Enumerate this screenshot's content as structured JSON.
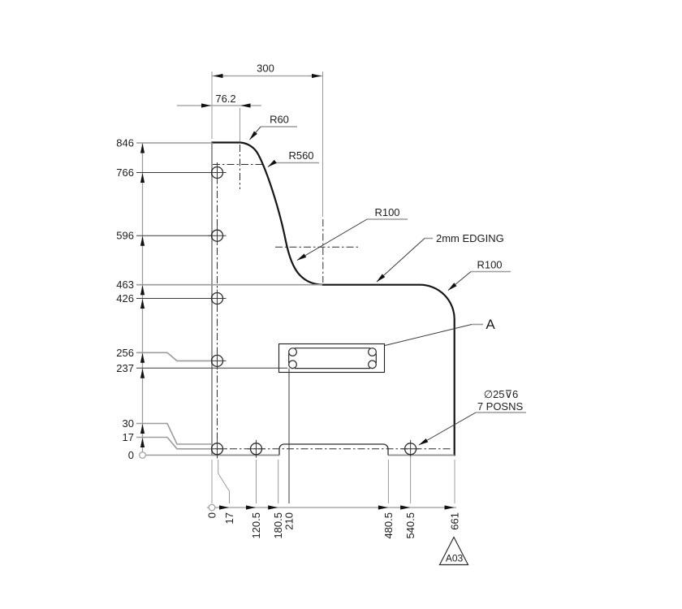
{
  "drawing": {
    "type": "2D dimensioned part profile (ordinate dimensioning)",
    "colors": {
      "background": "#ffffff",
      "outline": "#161616",
      "dimension_lines": "#9b9b9b",
      "text": "#1c1c1c"
    },
    "top_dims": {
      "width_300": "300",
      "offset_76_2": "76.2"
    },
    "radius_callouts": {
      "r60": "R60",
      "r560": "R560",
      "r100_left": "R100",
      "r100_right": "R100"
    },
    "edging_note": "2mm EDGING",
    "detail_label": "A",
    "hole_note": {
      "line1": "∅25⊽6",
      "line2": "7 POSNS"
    },
    "revision_flag": "A03",
    "left_ordinates": [
      "846",
      "766",
      "596",
      "463",
      "426",
      "256",
      "237",
      "30",
      "17",
      "0"
    ],
    "bottom_ordinates": [
      "0",
      "17",
      "120.5",
      "180.5",
      "210",
      "480.5",
      "540.5",
      "661"
    ]
  }
}
